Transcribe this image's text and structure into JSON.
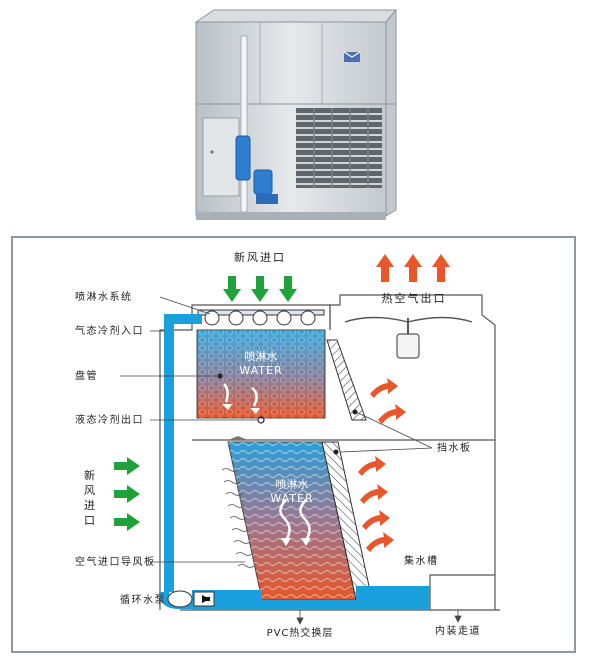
{
  "labels": {
    "fresh_air_top": "新风进口",
    "hot_air_out": "热空气出口",
    "spray_system": "喷淋水系统",
    "gas_refrigerant_in": "气态冷剂入口",
    "coil": "盘管",
    "liquid_refrigerant_out": "液态冷剂出口",
    "fresh_air_side": [
      "新",
      "风",
      "进",
      "口"
    ],
    "inlet_louver": "空气进口导风板",
    "pump": "循环水泵",
    "pvc_fill": "PVC热交换层",
    "internal_walkway": "内装走道",
    "drift_eliminator": "挡水板",
    "water_basin": "集水槽",
    "spray_water_cn": "喷淋水",
    "spray_water_en": "WATER",
    "fill_water_cn": "喷淋水",
    "fill_water_en": "WATER"
  },
  "colors": {
    "frame": "#8a9aa6",
    "water_blue": "#1aa0dc",
    "warm_orange": "#e8562a",
    "air_green": "#1fa23a",
    "line": "#333333"
  },
  "icons": [
    "green-down-arrow",
    "green-right-arrow",
    "orange-up-arrow",
    "orange-curved-arrow"
  ]
}
